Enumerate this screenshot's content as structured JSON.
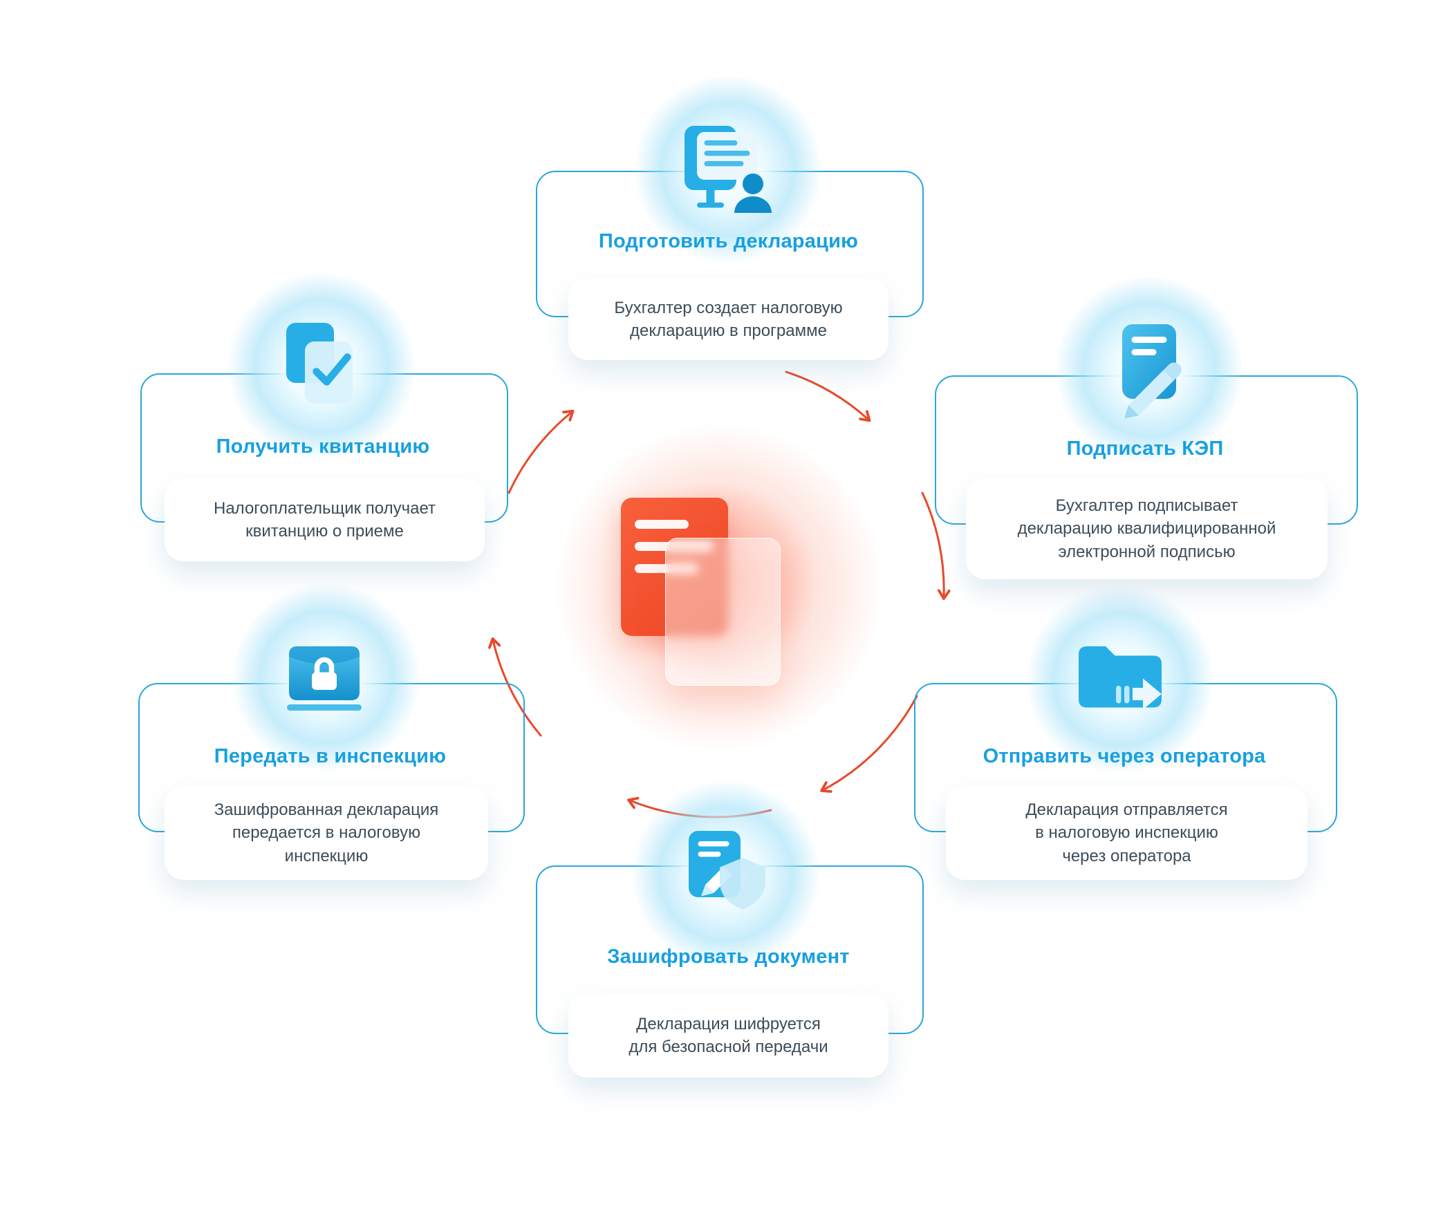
{
  "diagram": {
    "colors": {
      "accent_blue": "#17a0e0",
      "outline_blue": "#2ba6d9",
      "icon_blue": "#27aee6",
      "ring_orange": "#e8492b",
      "center_red": "#ee4524",
      "text": "#3d4c58"
    },
    "center": {
      "icon": "red-document-with-glass-icon"
    },
    "steps": [
      {
        "id": "prepare",
        "icon": "monitor-user-icon",
        "title": "Подготовить декларацию",
        "description": "Бухгалтер создает налоговую\nдекларацию в программе"
      },
      {
        "id": "sign",
        "icon": "document-pen-icon",
        "title": "Подписать КЭП",
        "description": "Бухгалтер подписывает\nдекларацию квалифицированной\nэлектронной подписью"
      },
      {
        "id": "send",
        "icon": "folder-arrow-icon",
        "title": "Отправить через оператора",
        "description": "Декларация отправляется\nв налоговую инспекцию\nчерез оператора"
      },
      {
        "id": "encrypt",
        "icon": "note-pencil-shield-icon",
        "title": "Зашифровать документ",
        "description": "Декларация шифруется\nдля безопасной передачи"
      },
      {
        "id": "transfer",
        "icon": "locked-box-icon",
        "title": "Передать в инспекцию",
        "description": "Зашифрованная декларация\nпередается в налоговую\nинспекцию"
      },
      {
        "id": "receipt",
        "icon": "document-check-icon",
        "title": "Получить квитанцию",
        "description": "Налогоплательщик получает\nквитанцию о приеме"
      }
    ]
  }
}
